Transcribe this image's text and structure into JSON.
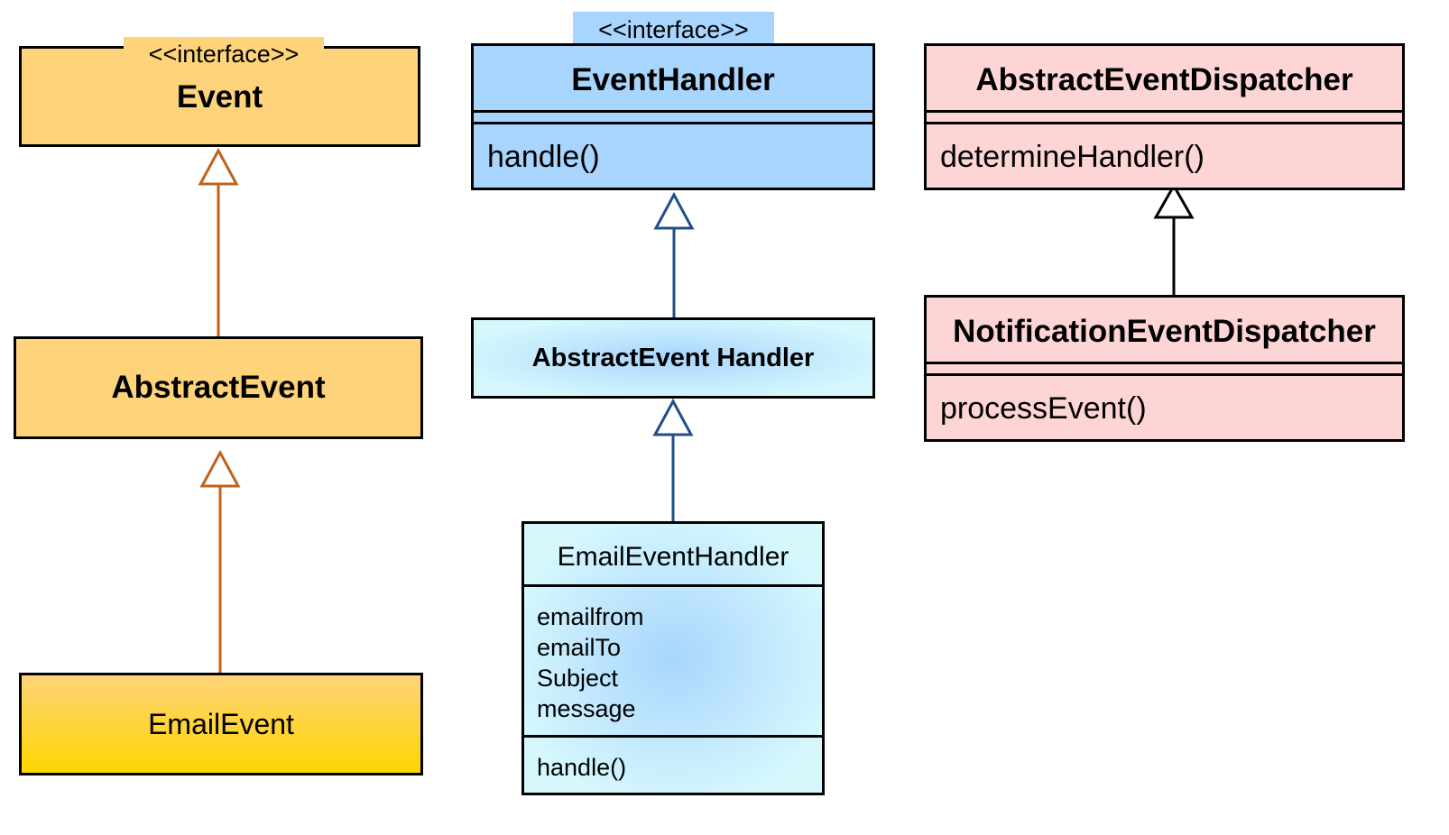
{
  "diagram": {
    "event": {
      "stereotype": "<<interface>>",
      "name": "Event"
    },
    "abstract_event": {
      "name": "AbstractEvent"
    },
    "email_event": {
      "name": "EmailEvent"
    },
    "event_handler": {
      "stereotype": "<<interface>>",
      "name": "EventHandler",
      "method": "handle()"
    },
    "abstract_event_handler": {
      "name": "AbstractEvent Handler"
    },
    "email_event_handler": {
      "name": "EmailEventHandler",
      "attributes": [
        "emailfrom",
        "emailTo",
        "Subject",
        "message"
      ],
      "method": "handle()"
    },
    "abstract_event_dispatcher": {
      "name": "AbstractEventDispatcher",
      "method": "determineHandler()"
    },
    "notification_event_dispatcher": {
      "name": "NotificationEventDispatcher",
      "method": "processEvent()"
    }
  },
  "colors": {
    "event_fill": "#fed37a",
    "email_event_gradient_bottom": "#fed600",
    "event_arrow": "#c0621a",
    "handler_fill": "#a8d5fd",
    "handler_light": "#d6f8fd",
    "handler_arrow": "#1f4f8a",
    "dispatcher_fill": "#fed5d5",
    "dispatcher_arrow": "#000000"
  }
}
